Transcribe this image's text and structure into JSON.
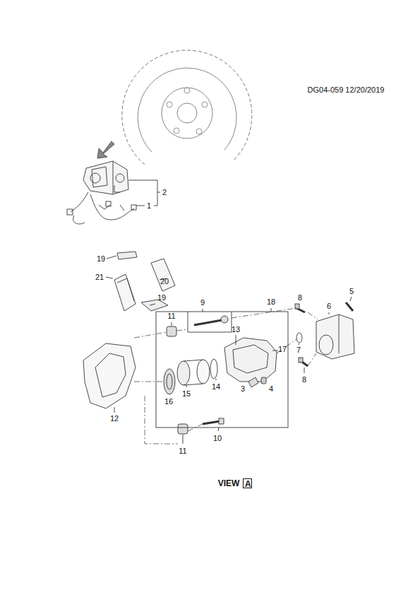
{
  "diagram": {
    "nodes": [
      {
        "text": [
          "A"
        ]
      }
    ],
    "labels": [
      "DG04-059 12/20/2019",
      "2",
      "1",
      "19",
      "21",
      "20",
      "9",
      "18",
      "8",
      "5",
      "19",
      "6",
      "11",
      "13",
      "17",
      "7",
      "8",
      "14",
      "3",
      "4",
      "15",
      "16",
      "12",
      "10",
      "11",
      "VIEW"
    ]
  }
}
